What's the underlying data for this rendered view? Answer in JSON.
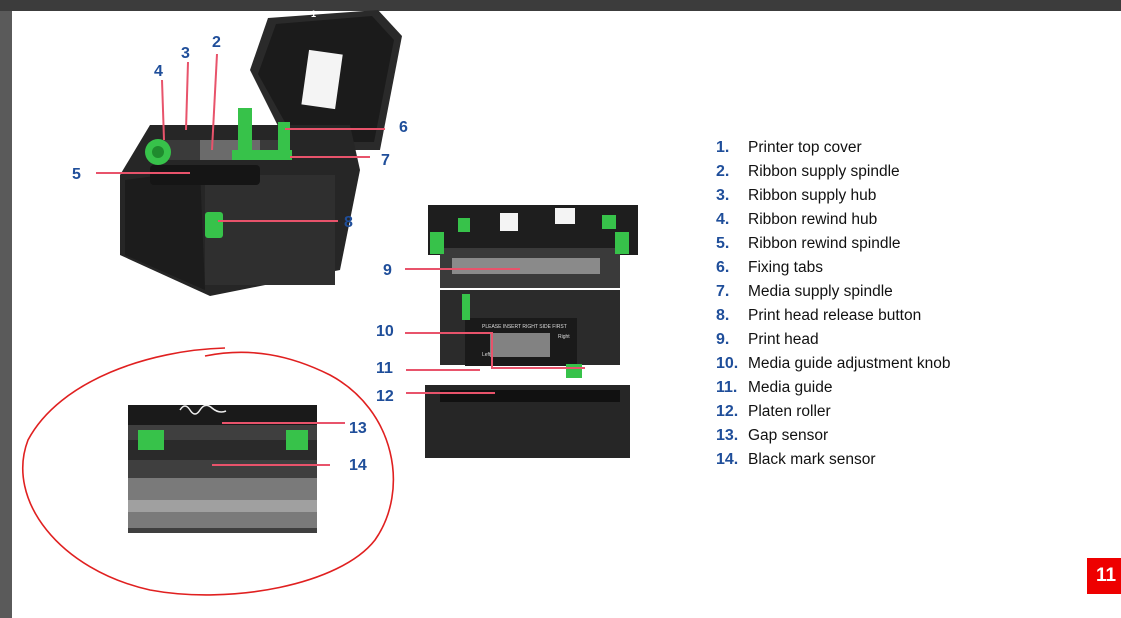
{
  "callouts": {
    "c1": "1",
    "c2": "2",
    "c3": "3",
    "c4": "4",
    "c5": "5",
    "c6": "6",
    "c7": "7",
    "c8": "8",
    "c9": "9",
    "c10": "10",
    "c11": "11",
    "c12": "12",
    "c13": "13",
    "c14": "14"
  },
  "photo_text": {
    "insert_notice": "PLEASE INSERT RIGHT SIDE FIRST",
    "left": "Left",
    "right": "Right"
  },
  "legend": [
    {
      "num": "1.",
      "label": "Printer top cover"
    },
    {
      "num": "2.",
      "label": "Ribbon supply spindle"
    },
    {
      "num": "3.",
      "label": "Ribbon supply hub"
    },
    {
      "num": "4.",
      "label": "Ribbon rewind hub"
    },
    {
      "num": "5.",
      "label": "Ribbon rewind spindle"
    },
    {
      "num": "6.",
      "label": "Fixing tabs"
    },
    {
      "num": "7.",
      "label": "Media supply spindle"
    },
    {
      "num": "8.",
      "label": "Print head release button"
    },
    {
      "num": "9.",
      "label": "Print head"
    },
    {
      "num": "10.",
      "label": "Media guide adjustment knob"
    },
    {
      "num": "11.",
      "label": "Media guide"
    },
    {
      "num": "12.",
      "label": "Platen roller"
    },
    {
      "num": "13.",
      "label": "Gap sensor"
    },
    {
      "num": "14.",
      "label": "Black mark sensor"
    }
  ],
  "page_number": "11",
  "colors": {
    "callout": "#1f4e9a",
    "leader_line": "#e8536b",
    "accent_green": "#37c24a",
    "page_number_bg": "#ee0000"
  }
}
